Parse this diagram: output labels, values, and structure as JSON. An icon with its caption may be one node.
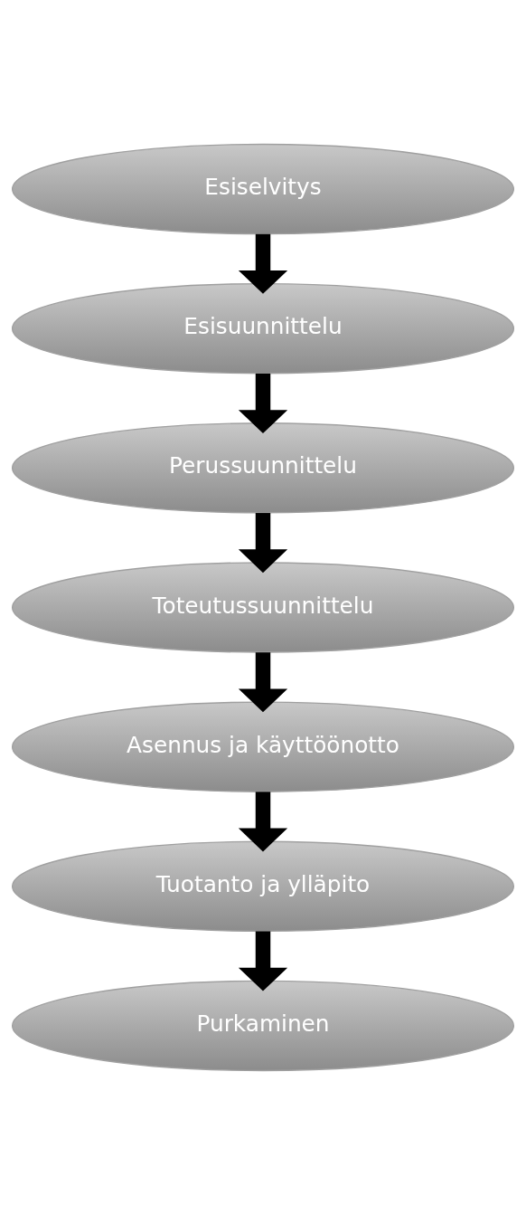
{
  "diagram": {
    "nodes": [
      {
        "text": [
          "Esiselvitys"
        ]
      },
      {
        "text": [
          "Esisuunnittelu"
        ]
      },
      {
        "text": [
          "Perussuunnittelu"
        ]
      },
      {
        "text": [
          "Toteutussuunnittelu"
        ]
      },
      {
        "text": [
          "Asennus ja käyttöönotto"
        ]
      },
      {
        "text": [
          "Tuotanto ja ylläpito"
        ]
      },
      {
        "text": [
          "Purkaminen"
        ]
      }
    ],
    "edges": [
      {
        "from": 0,
        "to": 1,
        "arrow": "to"
      },
      {
        "from": 1,
        "to": 2,
        "arrow": "to"
      },
      {
        "from": 2,
        "to": 3,
        "arrow": "to"
      },
      {
        "from": 3,
        "to": 4,
        "arrow": "to"
      },
      {
        "from": 4,
        "to": 5,
        "arrow": "to"
      },
      {
        "from": 5,
        "to": 6,
        "arrow": "to"
      }
    ]
  }
}
